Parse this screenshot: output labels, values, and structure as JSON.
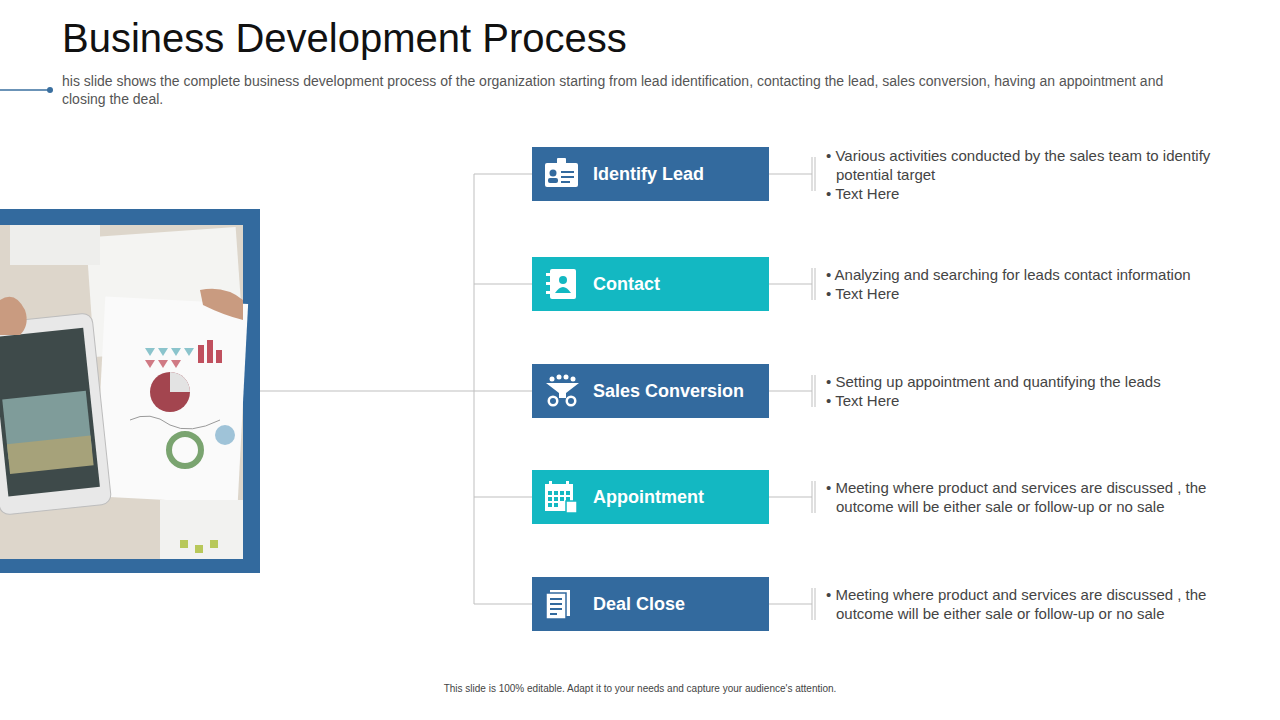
{
  "diagram": {
    "title": "Business Development Process",
    "caption": "his slide shows the complete business development process of the organization starting from lead identification, contacting the lead, sales conversion, having an appointment and closing the deal.",
    "nodes": [
      {
        "text": [
          "Identify Lead"
        ]
      },
      {
        "text": [
          "Contact"
        ]
      },
      {
        "text": [
          "Sales Conversion"
        ]
      },
      {
        "text": [
          "Appointment"
        ]
      },
      {
        "text": [
          "Deal Close"
        ]
      }
    ],
    "labels": [
      "• Various activities conducted by the sales team to identify potential target",
      "• Text Here",
      "• Analyzing and searching for leads contact information",
      "• Text Here",
      "• Setting up appointment and quantifying the leads",
      "• Text Here",
      "• Meeting where product and services are discussed , the outcome will be either sale or follow-up or no sale",
      "• Meeting where product and services are discussed , the outcome will be either sale or follow-up or no sale",
      "This slide is 100% editable. Adapt it to your needs and capture your audience's attention."
    ]
  }
}
